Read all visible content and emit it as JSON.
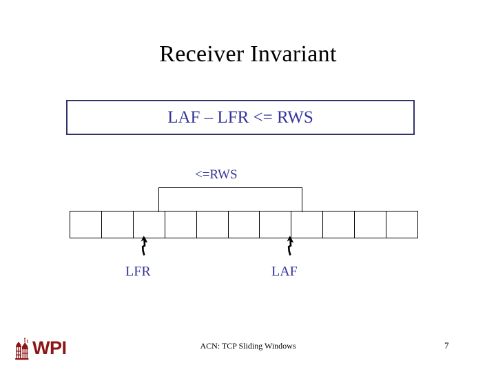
{
  "slide": {
    "title": "Receiver Invariant",
    "page_number": "7",
    "footer": "ACN: TCP Sliding Windows",
    "background_color": "#ffffff"
  },
  "colors": {
    "title_text": "#000000",
    "accent_navy": "#333399",
    "box_border": "#33336b",
    "diagram_line": "#000000",
    "logo_red": "#8c1515",
    "footer_text": "#000000"
  },
  "invariant": {
    "text": "LAF – LFR <= RWS"
  },
  "diagram": {
    "window_caption": "<=RWS",
    "cell_count": 11,
    "cells": [
      "",
      "",
      "",
      "",
      "",
      "",
      "",
      "",
      "",
      "",
      ""
    ],
    "window_start_cell": 3,
    "window_end_cell": 7,
    "pointers": [
      {
        "label": "LFR",
        "icon": "up-arrow-icon",
        "cell_index": 2
      },
      {
        "label": "LAF",
        "icon": "up-arrow-icon",
        "cell_index": 6
      }
    ]
  },
  "logo": {
    "wordmark": "WPI",
    "mark_icon": "wpi-tower-icon"
  }
}
